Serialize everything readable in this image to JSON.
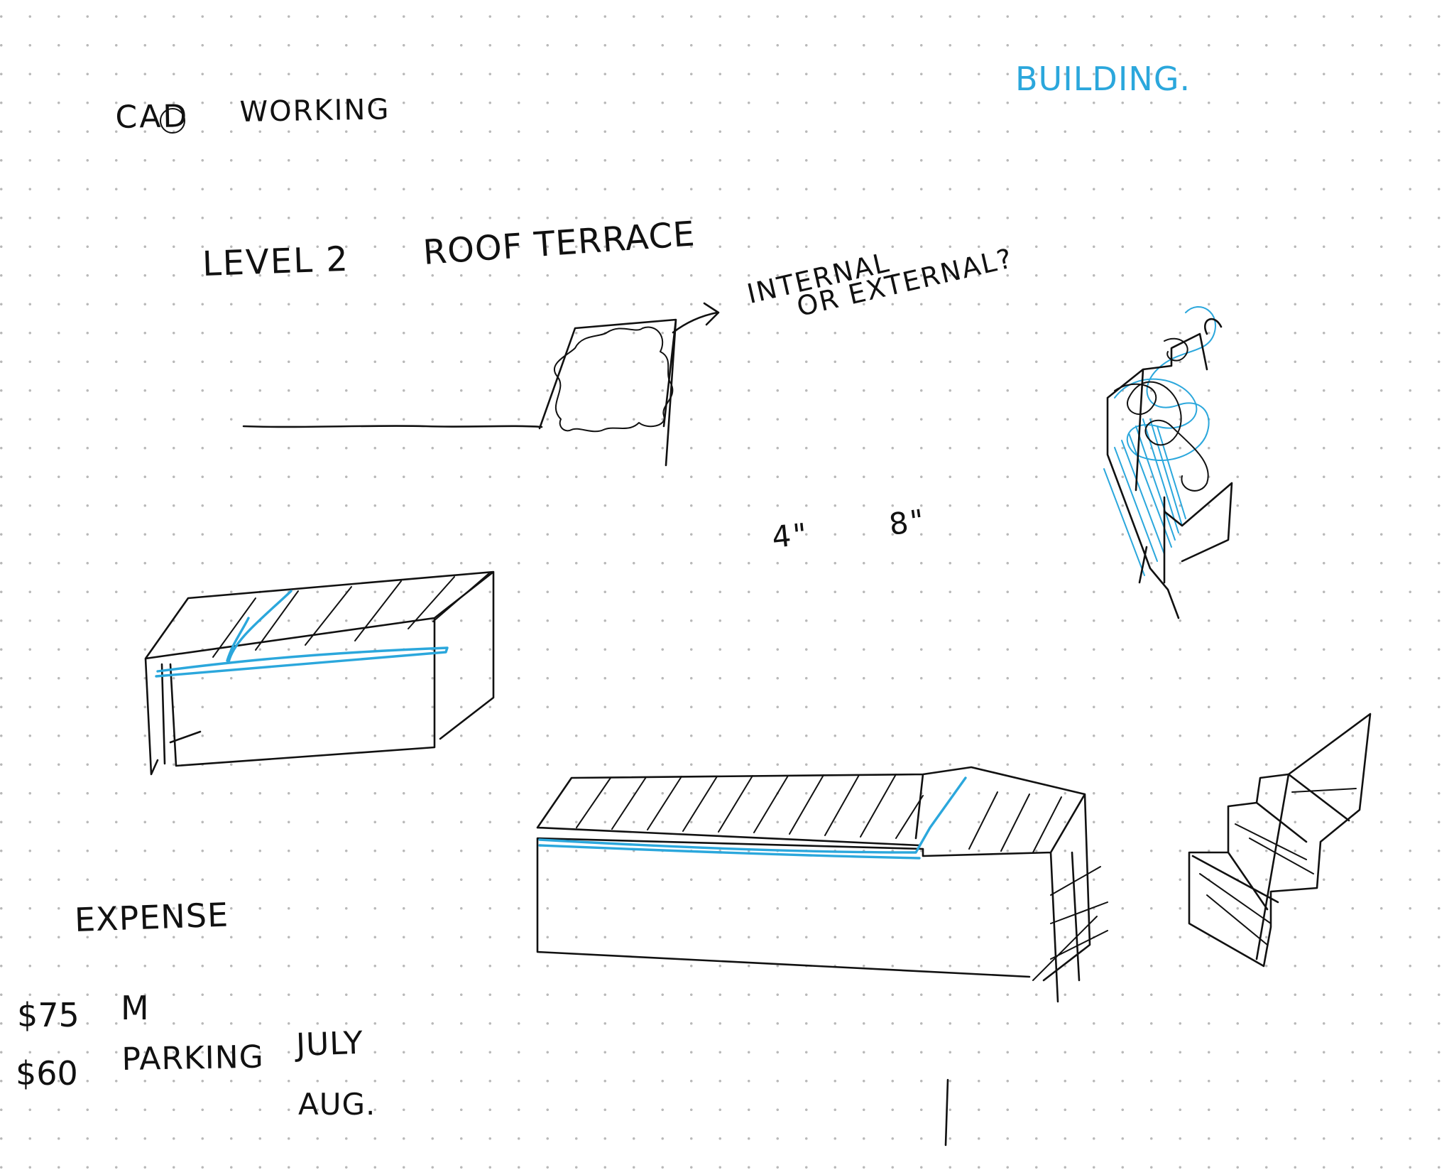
{
  "notes": {
    "title_left": "CAD",
    "title_right": "WORKING",
    "building": "BUILDING.",
    "level": "LEVEL 2",
    "roof_terrace": "ROOF TERRACE",
    "internal": "INTERNAL",
    "or_external": "OR   EXTERNAL?",
    "dim_4": "4\"",
    "dim_8": "8\"",
    "expense": "EXPENSE",
    "price_75": "$75",
    "price_75_note": "M",
    "price_60": "$60",
    "parking": "PARKING",
    "july": "JULY",
    "aug": "AUG."
  },
  "colors": {
    "ink": "#111111",
    "accent_blue": "#2ba7dc",
    "paper": "#ffffff",
    "dot_grid": "#b9b9b9"
  }
}
